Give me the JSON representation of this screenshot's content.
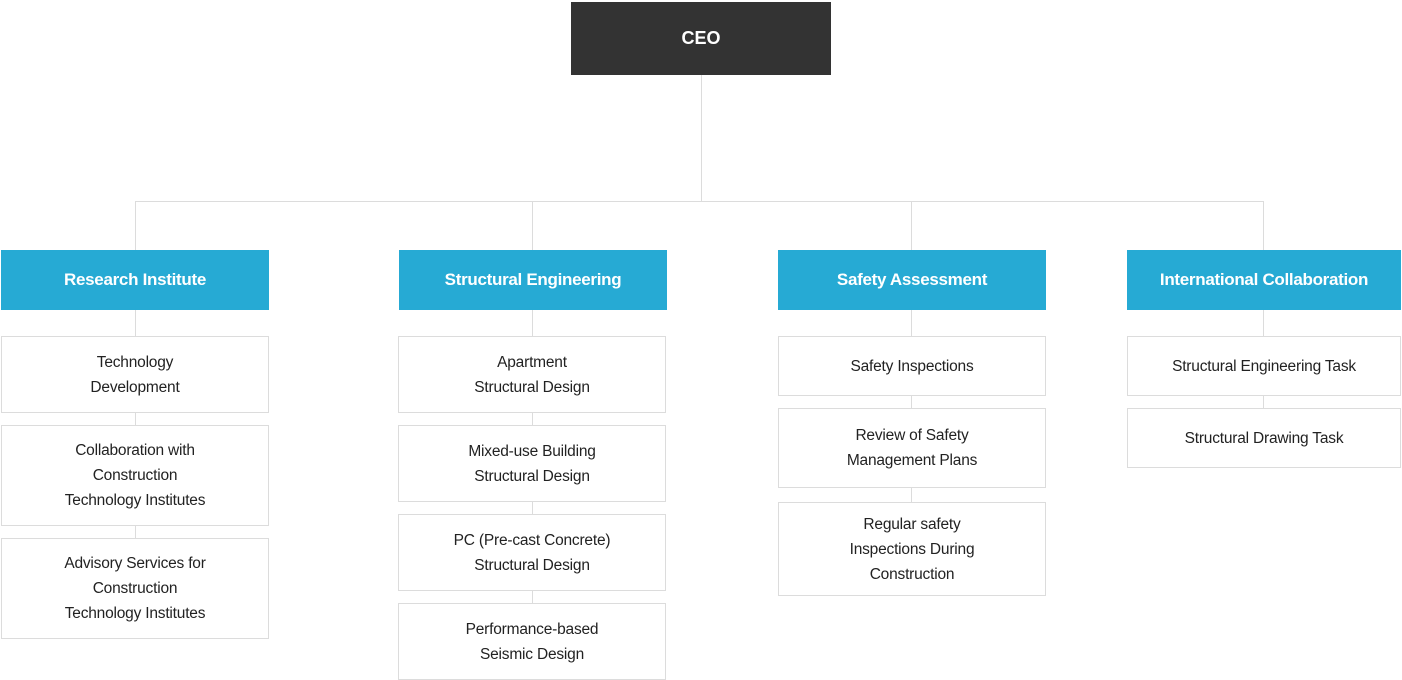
{
  "ceo": {
    "label": "CEO"
  },
  "departments": [
    {
      "label": "Research Institute",
      "items": [
        "Technology\nDevelopment",
        "Collaboration with\nConstruction\nTechnology Institutes",
        "Advisory Services for\nConstruction\nTechnology Institutes"
      ]
    },
    {
      "label": "Structural Engineering",
      "items": [
        "Apartment\nStructural Design",
        "Mixed-use Building\nStructural Design",
        "PC (Pre-cast Concrete)\nStructural Design",
        "Performance-based\nSeismic Design"
      ]
    },
    {
      "label": "Safety Assessment",
      "items": [
        "Safety Inspections",
        "Review of Safety\nManagement Plans",
        "Regular safety\nInspections During\nConstruction"
      ]
    },
    {
      "label": "International Collaboration",
      "items": [
        "Structural Engineering Task",
        "Structural Drawing Task"
      ]
    }
  ],
  "colors": {
    "ceo_bg": "#333333",
    "dept_bg": "#26aad4",
    "connector": "#dcdcdc"
  }
}
